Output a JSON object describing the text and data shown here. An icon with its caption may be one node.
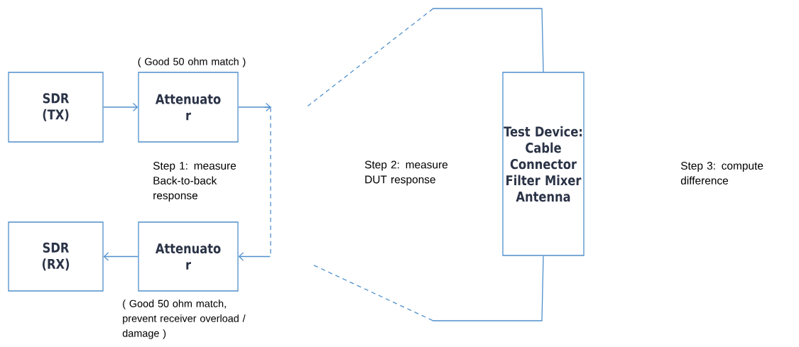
{
  "diagram": {
    "nodes": [
      {
        "text": [
          "SDR (TX)"
        ]
      },
      {
        "text": [
          "Attenuato r"
        ],
        "beside": [
          "( Good 50 ohm match )"
        ]
      },
      {
        "text": [
          "SDR (RX)"
        ]
      },
      {
        "text": [
          "Attenuato r"
        ],
        "beside": [
          "( Good 50 ohm match, prevent receiver overload / damage )"
        ]
      },
      {
        "text": [
          "Test Device: Cable Connector Filter Mixer Antenna"
        ]
      }
    ],
    "edges": [
      {
        "from": 0,
        "to": 1,
        "arrow": "to"
      },
      {
        "from": 1,
        "to": 3,
        "arrow": "to",
        "style": "dashed"
      },
      {
        "from": 3,
        "to": 2,
        "arrow": "to"
      },
      {
        "from": 4,
        "to": null,
        "arrow": "none",
        "style": "dashed"
      },
      {
        "from": 4,
        "to": null,
        "arrow": "none",
        "style": "dashed"
      }
    ],
    "labels": [
      "Step 1: measure Back-to-back response",
      "Step 2: measure DUT response",
      "Step 3: compute difference"
    ]
  }
}
